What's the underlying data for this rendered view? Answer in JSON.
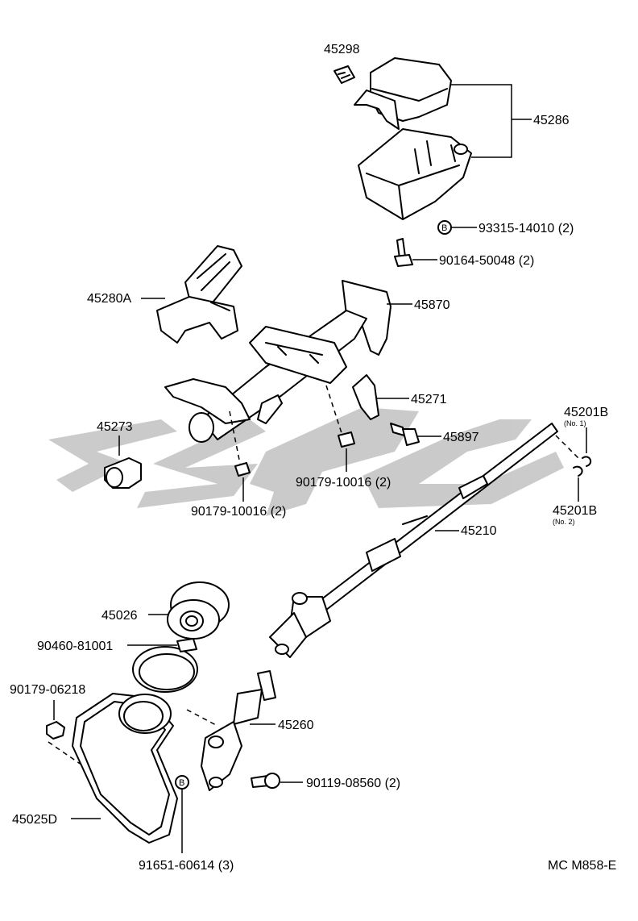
{
  "labels": {
    "p45298": "45298",
    "p45286": "45286",
    "p93315": "93315-14010 (2)",
    "p90164": "90164-50048 (2)",
    "p45280A": "45280A",
    "p45870": "45870",
    "p45271": "45271",
    "p45897": "45897",
    "p45201B1": "45201B",
    "p45201B1_sub": "(No. 1)",
    "p45201B2": "45201B",
    "p45201B2_sub": "(No. 2)",
    "p45273": "45273",
    "p90179_10016_a": "90179-10016 (2)",
    "p90179_10016_b": "90179-10016 (2)",
    "p45210": "45210",
    "p45026": "45026",
    "p90460": "90460-81001",
    "p90179_06218": "90179-06218",
    "p45260": "45260",
    "p90119": "90119-08560 (2)",
    "p45025D": "45025D",
    "p91651": "91651-60614 (3)",
    "diagram_code": "MC M858-E"
  },
  "markers": {
    "b_mark": "B"
  },
  "watermark": {
    "color": "#c8c8c8"
  }
}
